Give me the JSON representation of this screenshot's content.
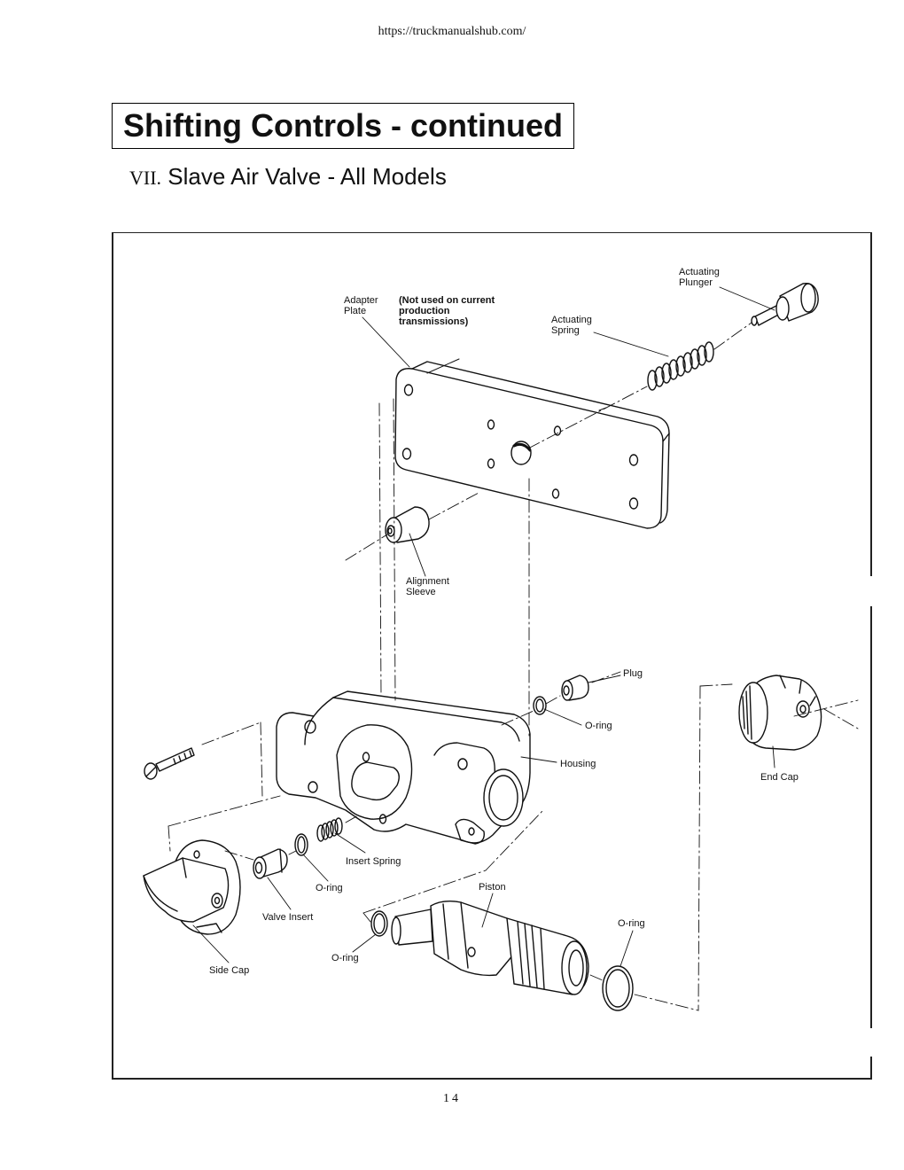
{
  "header": {
    "url": "https://truckmanualshub.com/"
  },
  "section": {
    "title": "Shifting Controls - continued"
  },
  "subsection": {
    "roman": "VII.",
    "title": "Slave Air Valve  - All Models"
  },
  "diagram": {
    "labels": {
      "actuating_plunger": [
        "Actuating",
        "Plunger"
      ],
      "adapter_plate": [
        "Adapter",
        "Plate"
      ],
      "not_used_note": [
        "(Not used on current",
        "production",
        "transmissions)"
      ],
      "actuating_spring": [
        "Actuating",
        "Spring"
      ],
      "alignment_sleeve": [
        "Alignment",
        "Sleeve"
      ],
      "plug": "Plug",
      "o_ring_plug": "O-ring",
      "housing": "Housing",
      "end_cap": "End Cap",
      "insert_spring": "Insert Spring",
      "o_ring_insert": "O-ring",
      "valve_insert": "Valve Insert",
      "side_cap": "Side Cap",
      "piston": "Piston",
      "o_ring_piston_left": "O-ring",
      "o_ring_piston_right": "O-ring"
    }
  },
  "footer": {
    "page_number": "14"
  }
}
